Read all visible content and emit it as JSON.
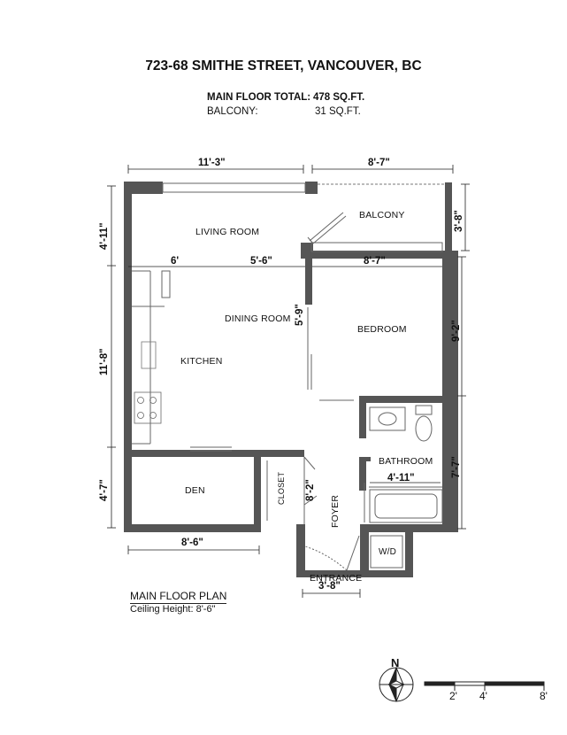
{
  "title": "723-68 SMITHE STREET, VANCOUVER, BC",
  "areas": {
    "main_label": "MAIN FLOOR TOTAL:",
    "main_value": "478 SQ.FT.",
    "balcony_label": "BALCONY:",
    "balcony_value": "31 SQ.FT."
  },
  "rooms": {
    "living": "LIVING ROOM",
    "balcony": "BALCONY",
    "dining": "DINING ROOM",
    "bedroom": "BEDROOM",
    "kitchen": "KITCHEN",
    "bathroom": "BATHROOM",
    "den": "DEN",
    "closet": "CLOSET",
    "foyer": "FOYER",
    "entrance": "ENTRANCE",
    "wd": "W/D"
  },
  "dimensions": {
    "top_left": "11'-3\"",
    "top_right": "8'-7\"",
    "balcony_depth": "3'-8\"",
    "living_height": "4'-11\"",
    "mid_6": "6'",
    "mid_5_6": "5'-6\"",
    "bedroom_width": "8'-7\"",
    "dining_wall": "5'-9\"",
    "bedroom_height": "9'-2\"",
    "left_middle": "11'-8\"",
    "bath_height": "7'-7\"",
    "bath_width": "4'-11\"",
    "den_height": "4'-7\"",
    "foyer_length": "8'-2\"",
    "den_width": "8'-6\"",
    "entrance_width": "3'-8\""
  },
  "footer": {
    "plan_title": "MAIN FLOOR PLAN",
    "ceiling": "Ceiling Height: 8'-6\""
  },
  "compass": {
    "north": "N"
  },
  "scale": {
    "labels": [
      "2'",
      "4'",
      "8'"
    ]
  },
  "colors": {
    "wall": "#555555",
    "line": "#222222",
    "glass": "#777777"
  }
}
